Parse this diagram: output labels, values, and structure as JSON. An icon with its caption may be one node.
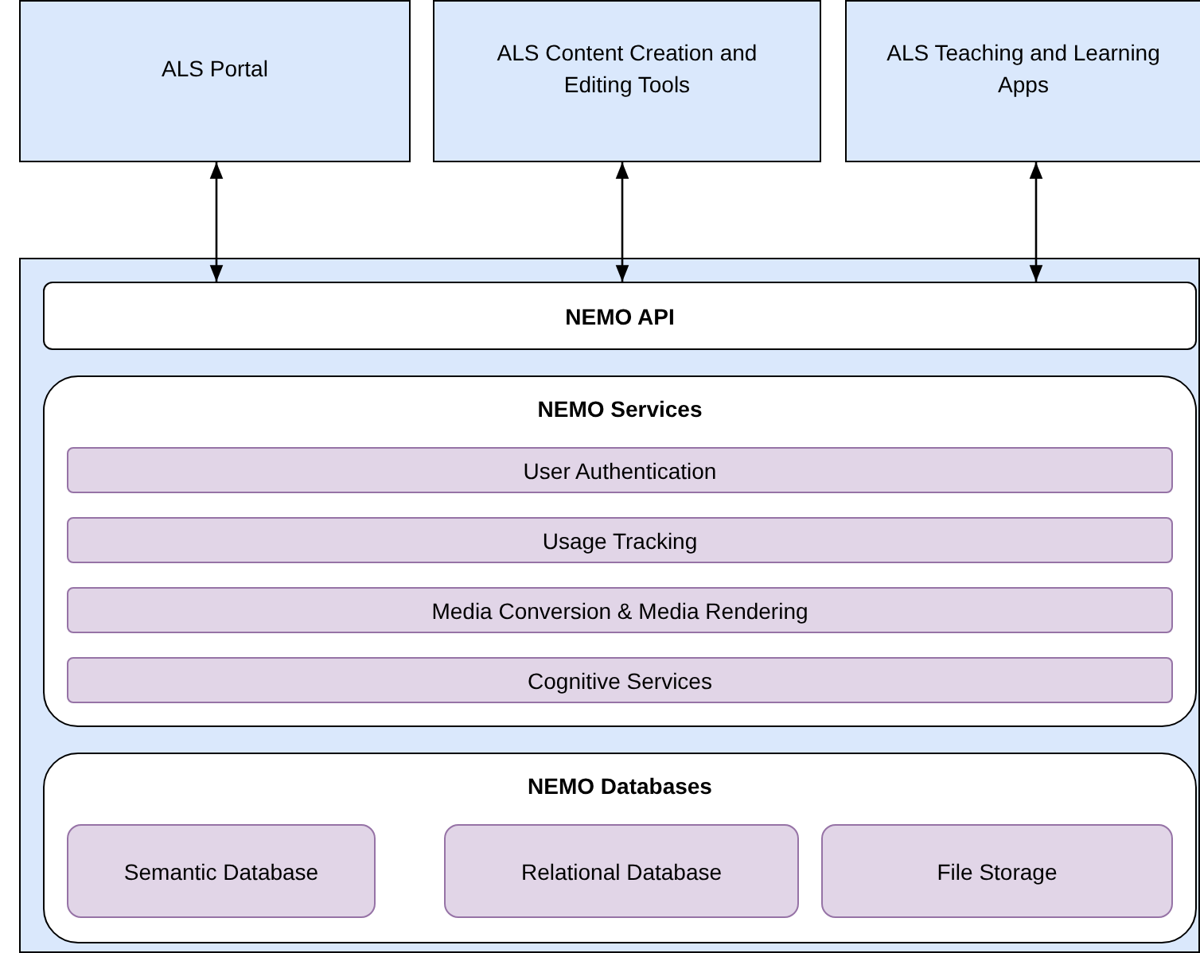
{
  "diagram": {
    "nodes": [
      {
        "text": [
          "ALS Portal"
        ]
      },
      {
        "text": [
          "ALS Content Creation and Editing Tools"
        ]
      },
      {
        "text": [
          "ALS Teaching and Learning Apps"
        ]
      },
      {
        "text": [],
        "shape": "box"
      },
      {
        "text": [
          "NEMO API"
        ],
        "in": 3
      },
      {
        "text": [
          "NEMO Services"
        ],
        "in": 3
      },
      {
        "text": [
          "User Authentication"
        ],
        "in": 5
      },
      {
        "text": [
          "Usage Tracking"
        ],
        "in": 5
      },
      {
        "text": [
          "Media Conversion & Media Rendering"
        ],
        "in": 5
      },
      {
        "text": [
          "Cognitive Services"
        ],
        "in": 5
      },
      {
        "text": [
          "NEMO Databases"
        ],
        "in": 3
      },
      {
        "text": [
          "Semantic Database"
        ],
        "in": 10
      },
      {
        "text": [
          "Relational Database"
        ],
        "in": 10
      },
      {
        "text": [
          "File Storage"
        ],
        "in": 10
      }
    ],
    "edges": [
      {
        "from": 0,
        "to": 4,
        "arrow": "both"
      },
      {
        "from": 1,
        "to": 4,
        "arrow": "both"
      },
      {
        "from": 2,
        "to": 4,
        "arrow": "both"
      }
    ]
  }
}
